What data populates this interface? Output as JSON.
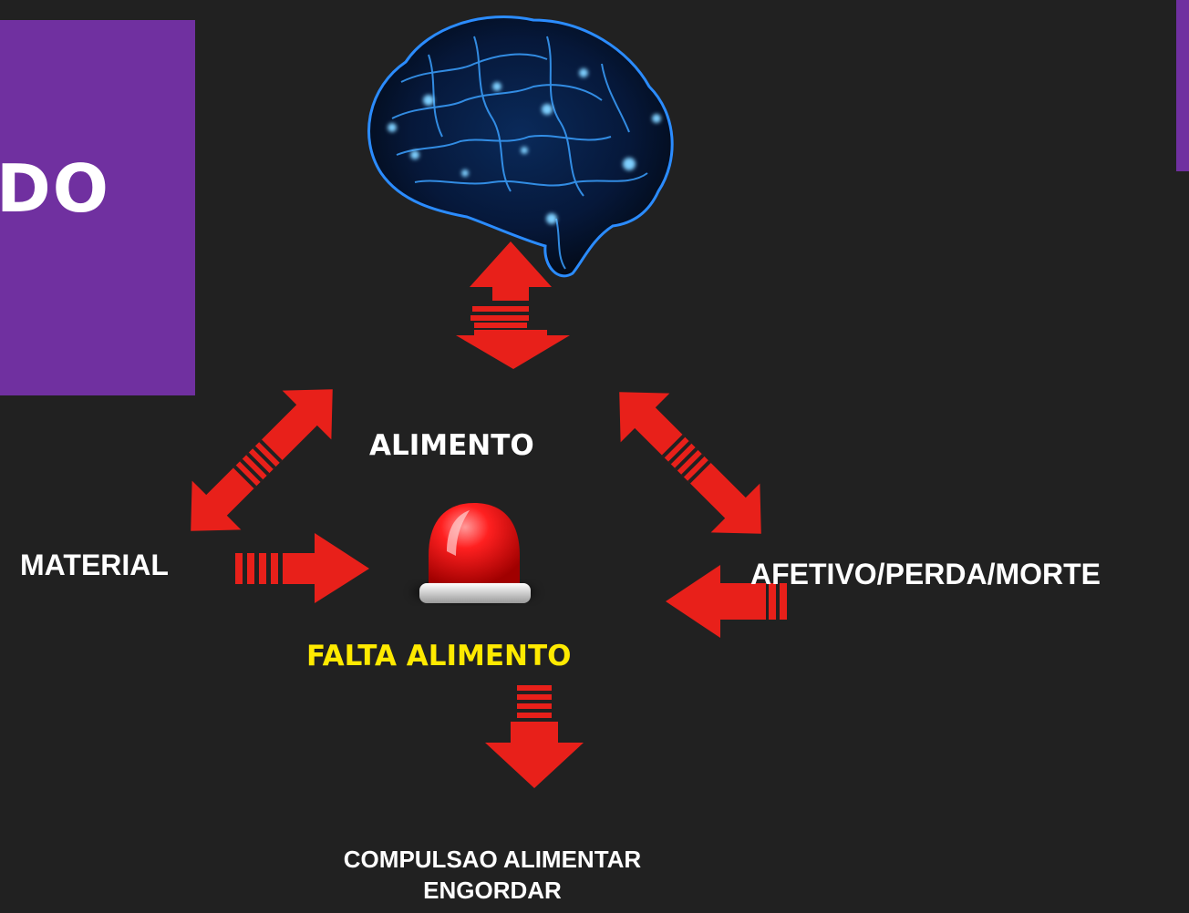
{
  "slide": {
    "left_title": "DO"
  },
  "diagram": {
    "center_label": "ALIMENTO",
    "alarm_label": "FALTA ALIMENTO",
    "left_label": "MATERIAL",
    "right_label": "AFETIVO/PERDA/MORTE",
    "result_line1": "COMPULSAO ALIMENTAR",
    "result_line2": "ENGORDAR"
  },
  "colors": {
    "background": "#212121",
    "accent_purple": "#7030a0",
    "arrow_red": "#e8201a",
    "alarm_text": "#ffea00",
    "brain_glow": "#1e90ff"
  },
  "icons": [
    "brain-icon",
    "alarm-siren-icon",
    "double-arrow-icon",
    "arrow-icon"
  ]
}
